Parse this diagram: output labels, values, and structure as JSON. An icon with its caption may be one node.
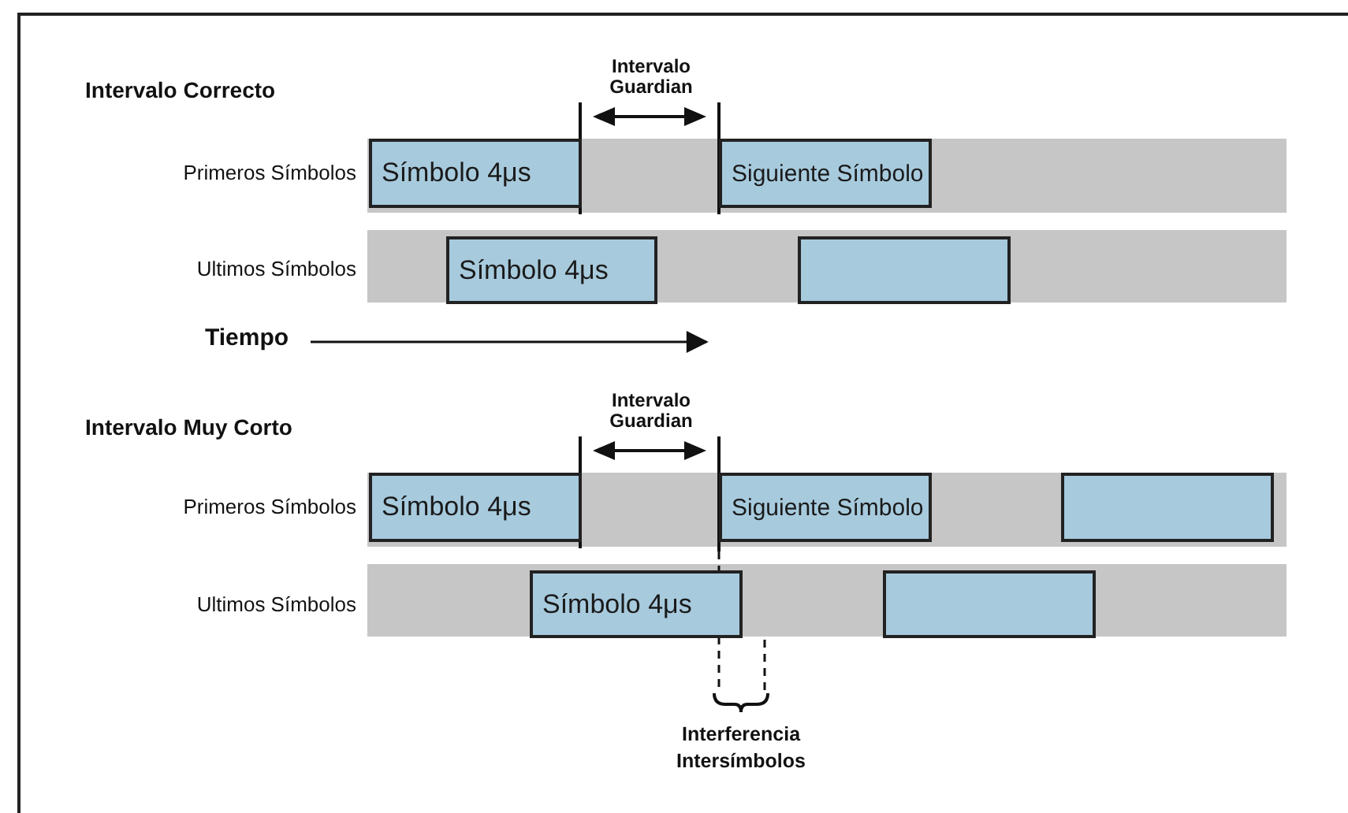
{
  "diagram": {
    "nodes": [
      {
        "text": [
          "Símbolo 4μs"
        ]
      },
      {
        "text": [
          "Siguiente Símbolo"
        ]
      },
      {
        "text": [
          "Símbolo 4μs"
        ]
      },
      {
        "text": [],
        "shape": "box"
      },
      {
        "text": [
          "Símbolo 4μs"
        ]
      },
      {
        "text": [
          "Siguiente Símbolo"
        ]
      },
      {
        "text": [],
        "shape": "box"
      },
      {
        "text": [
          "Símbolo 4μs"
        ]
      },
      {
        "text": [],
        "shape": "box"
      }
    ],
    "labels": [
      "Intervalo Correcto",
      "Intervalo Guardian",
      "Primeros Símbolos",
      "Ultimos Símbolos",
      "Tiempo",
      "Intervalo Guardian",
      "Intervalo Muy Corto",
      "Primeros Símbolos",
      "Ultimos Símbolos",
      "Interferencia Intersímbolos"
    ]
  }
}
